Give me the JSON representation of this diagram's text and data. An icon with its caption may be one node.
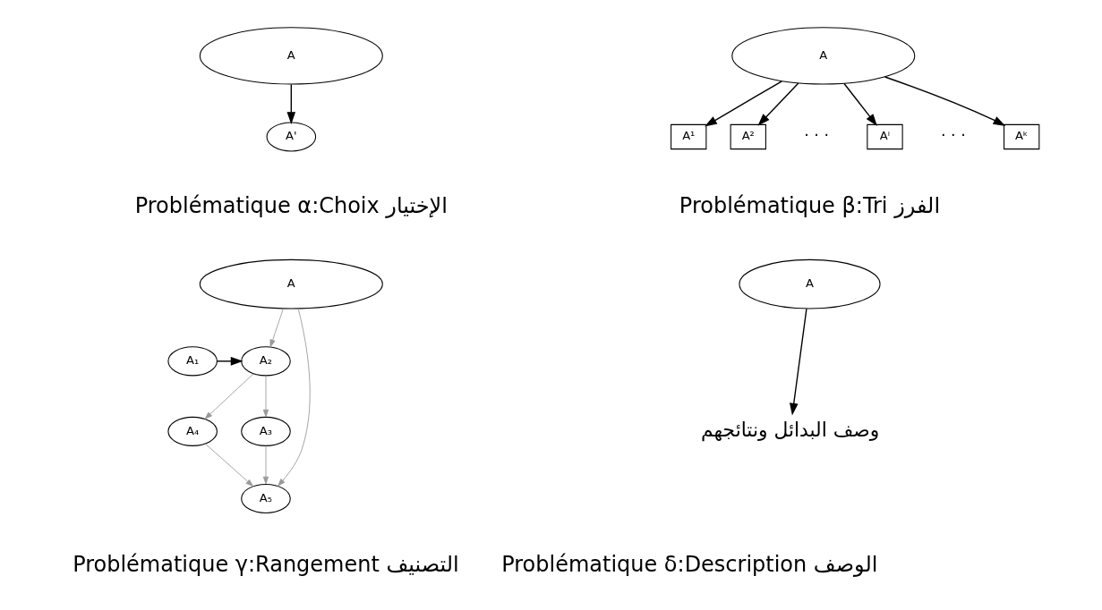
{
  "diagram": {
    "nodes": [
      {
        "text": [
          "A"
        ]
      },
      {
        "text": [
          "A'"
        ]
      },
      {
        "text": [
          "A"
        ]
      },
      {
        "text": [
          "A¹"
        ]
      },
      {
        "text": [
          "A²"
        ]
      },
      {
        "text": [
          "Aⁱ"
        ]
      },
      {
        "text": [
          "Aᵏ"
        ]
      },
      {
        "text": [
          "A"
        ]
      },
      {
        "text": [
          "A₁"
        ]
      },
      {
        "text": [
          "A₂"
        ]
      },
      {
        "text": [
          "A₄"
        ]
      },
      {
        "text": [
          "A₃"
        ]
      },
      {
        "text": [
          "A₅"
        ]
      },
      {
        "text": [
          "A"
        ]
      },
      {
        "text": [
          "وصف البدائل ونتائجهم"
        ]
      }
    ],
    "edges": [
      {
        "from": 0,
        "to": 1,
        "arrow": "to"
      },
      {
        "from": 2,
        "to": 3,
        "arrow": "to"
      },
      {
        "from": 2,
        "to": 4,
        "arrow": "to"
      },
      {
        "from": 2,
        "to": 5,
        "arrow": "to"
      },
      {
        "from": 2,
        "to": 6,
        "arrow": "to"
      },
      {
        "from": 7,
        "to": 9,
        "arrow": "to",
        "color": "#999999"
      },
      {
        "from": 7,
        "to": 12,
        "arrow": "to",
        "color": "#999999"
      },
      {
        "from": 8,
        "to": 9,
        "arrow": "to"
      },
      {
        "from": 9,
        "to": 10,
        "arrow": "to",
        "color": "#999999"
      },
      {
        "from": 9,
        "to": 11,
        "arrow": "to",
        "color": "#999999"
      },
      {
        "from": 10,
        "to": 12,
        "arrow": "to",
        "color": "#999999"
      },
      {
        "from": 11,
        "to": 12,
        "arrow": "to",
        "color": "#999999"
      },
      {
        "from": 13,
        "to": 14,
        "arrow": "to"
      }
    ],
    "labels": [
      "· · ·",
      "· · ·",
      "Problématique α:Choix الإختيار",
      "Problématique β:Tri الفرز",
      "Problématique γ:Rangement التصنيف",
      "Problématique δ:Description الوصف"
    ]
  }
}
